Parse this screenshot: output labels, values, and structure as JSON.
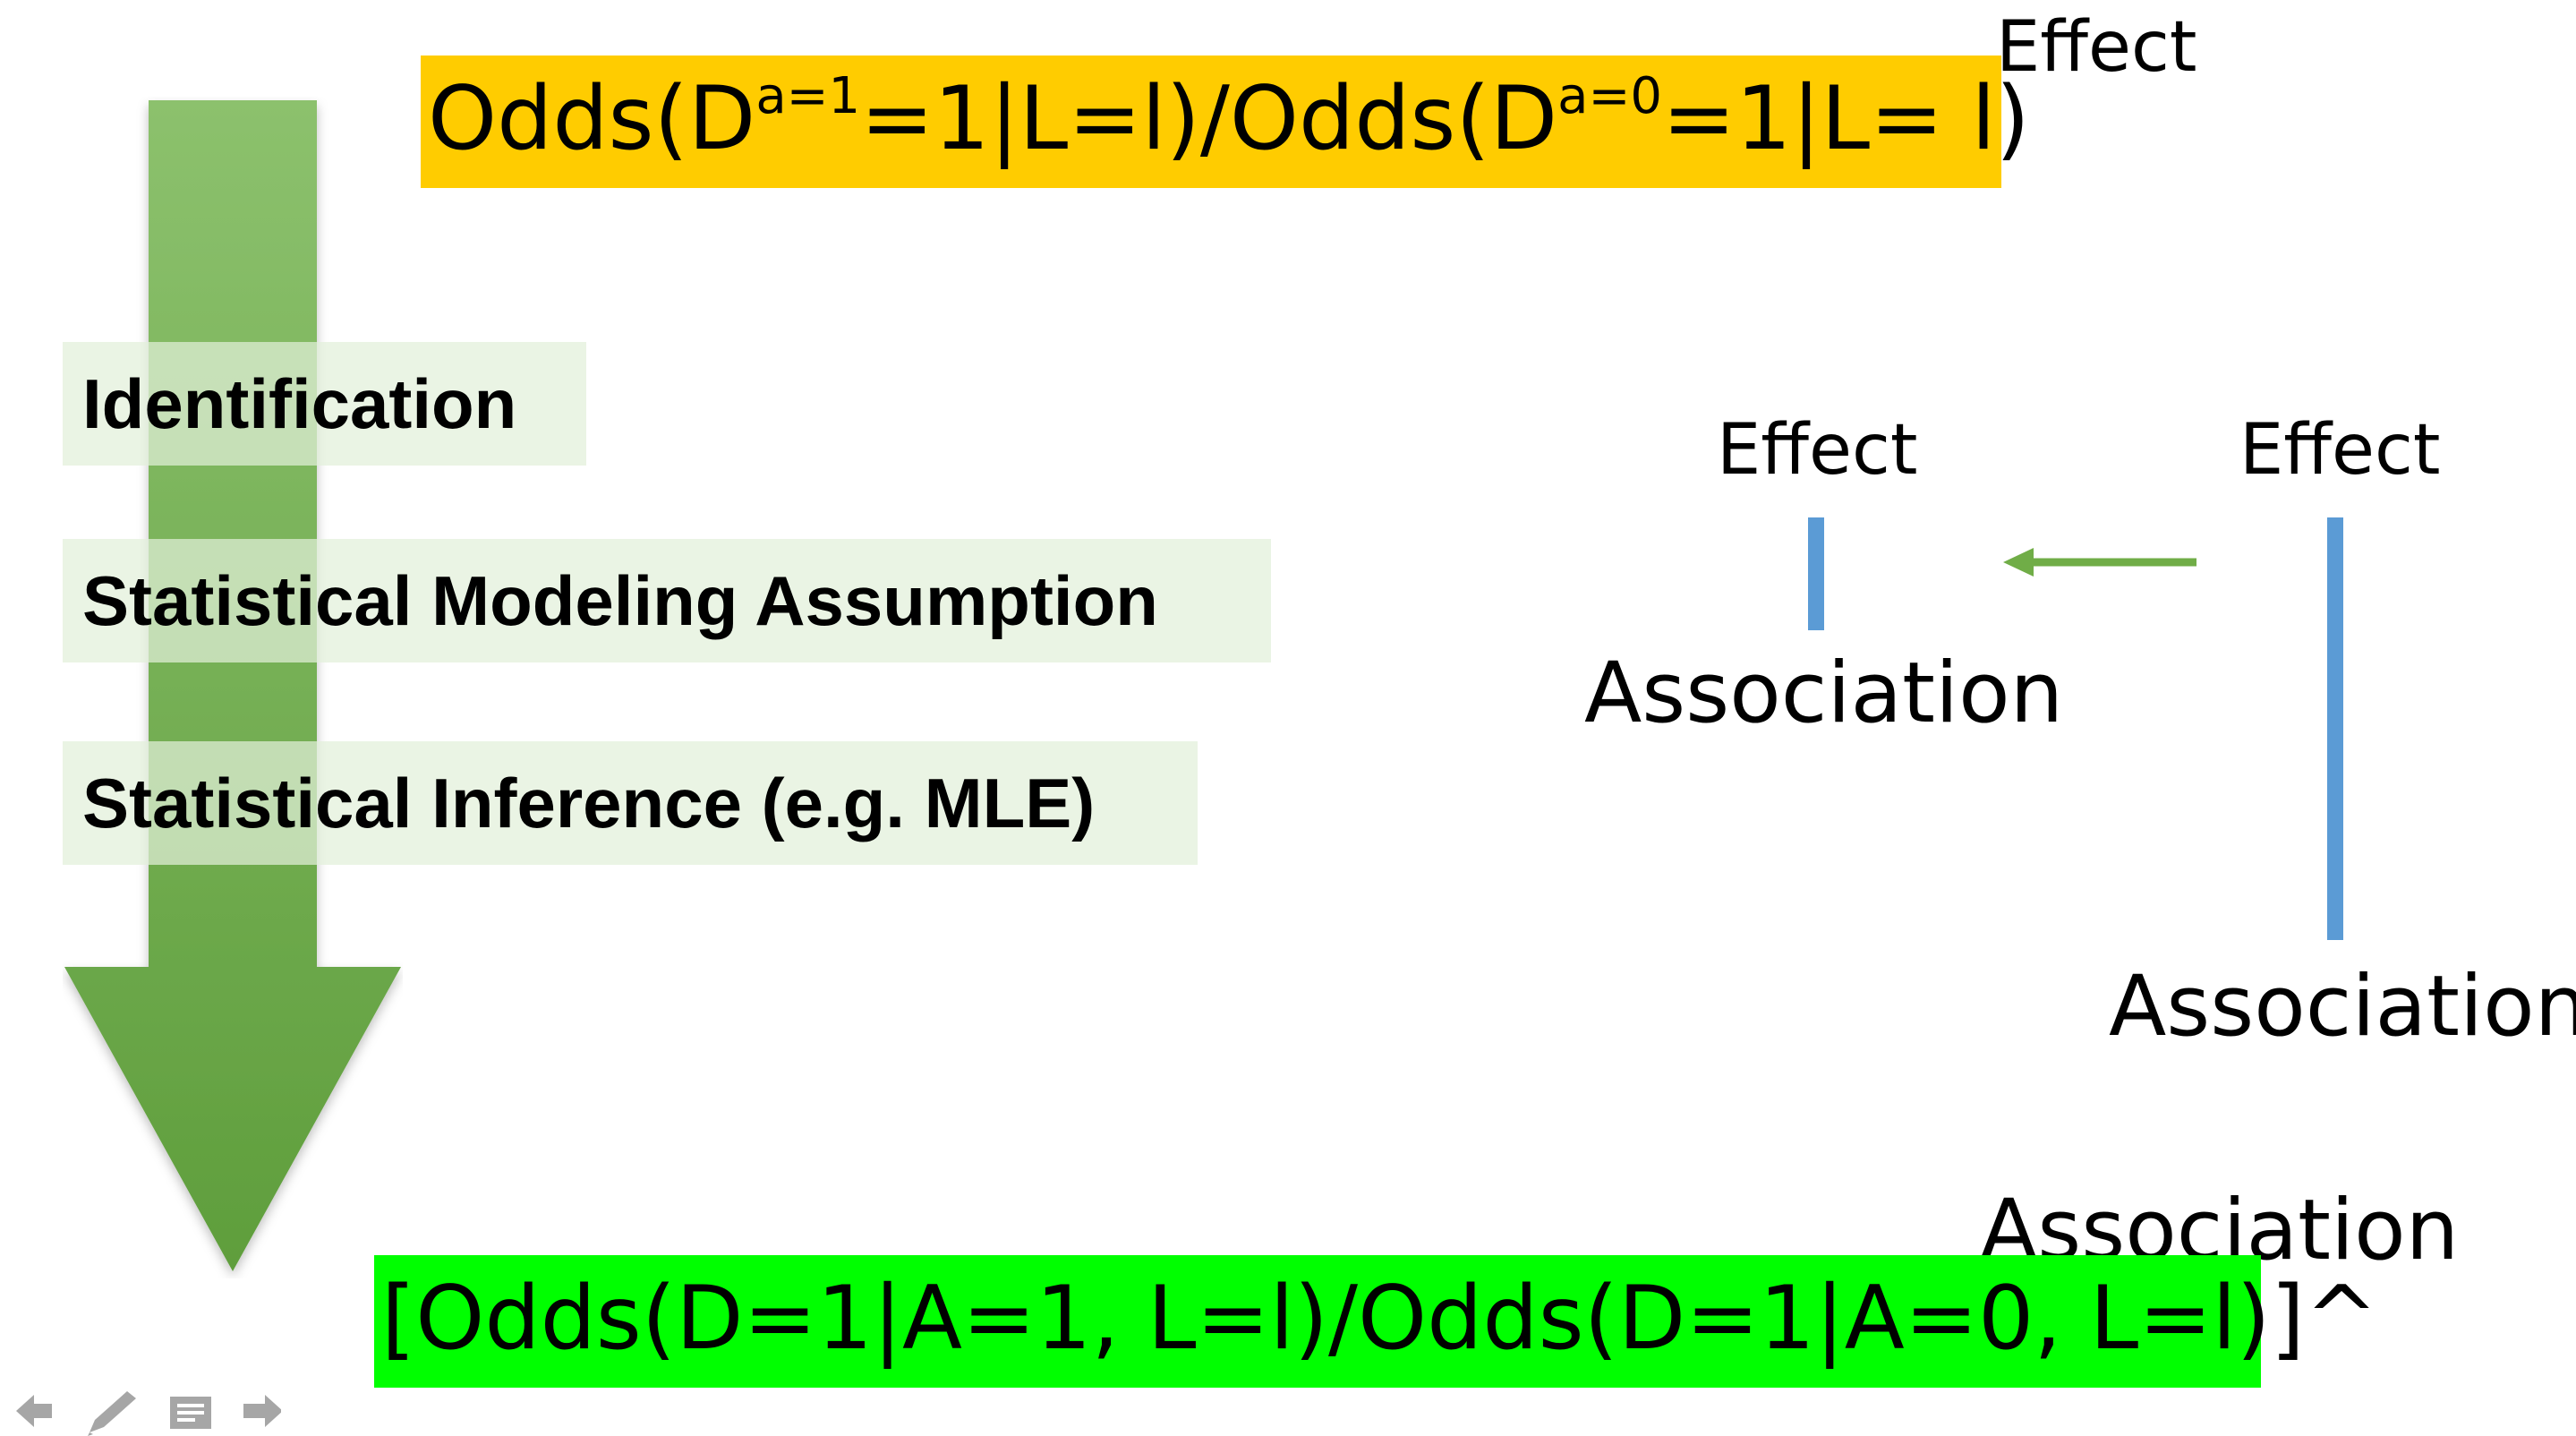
{
  "top_formula": {
    "part1": "Odds(D",
    "sup1": "a=1",
    "part2": "=1|L=l)/Odds(D",
    "sup2": "a=0",
    "part3": "=1|L= l)",
    "label": "Effect",
    "background_color": "#ffcc00"
  },
  "bottom_formula": {
    "text": "[Odds(D=1|A=1, L=l)/Odds(D=1|A=0, L=l)]^",
    "label": "Association",
    "background_color": "#00ff00"
  },
  "steps": [
    {
      "label": "Identification"
    },
    {
      "label": "Statistical Modeling Assumption"
    },
    {
      "label": "Statistical Inference (e.g. MLE)"
    }
  ],
  "scale_left": {
    "top_label": "Effect",
    "bottom_label": "Association"
  },
  "scale_right": {
    "top_label": "Effect",
    "bottom_label": "Association"
  },
  "colors": {
    "arrow_green": "#6aa84f",
    "bar_blue": "#5b9bd5",
    "step_box": "#e2f0d9"
  },
  "icons": [
    "previous-slide-icon",
    "pen-icon",
    "notes-icon",
    "next-slide-icon"
  ]
}
